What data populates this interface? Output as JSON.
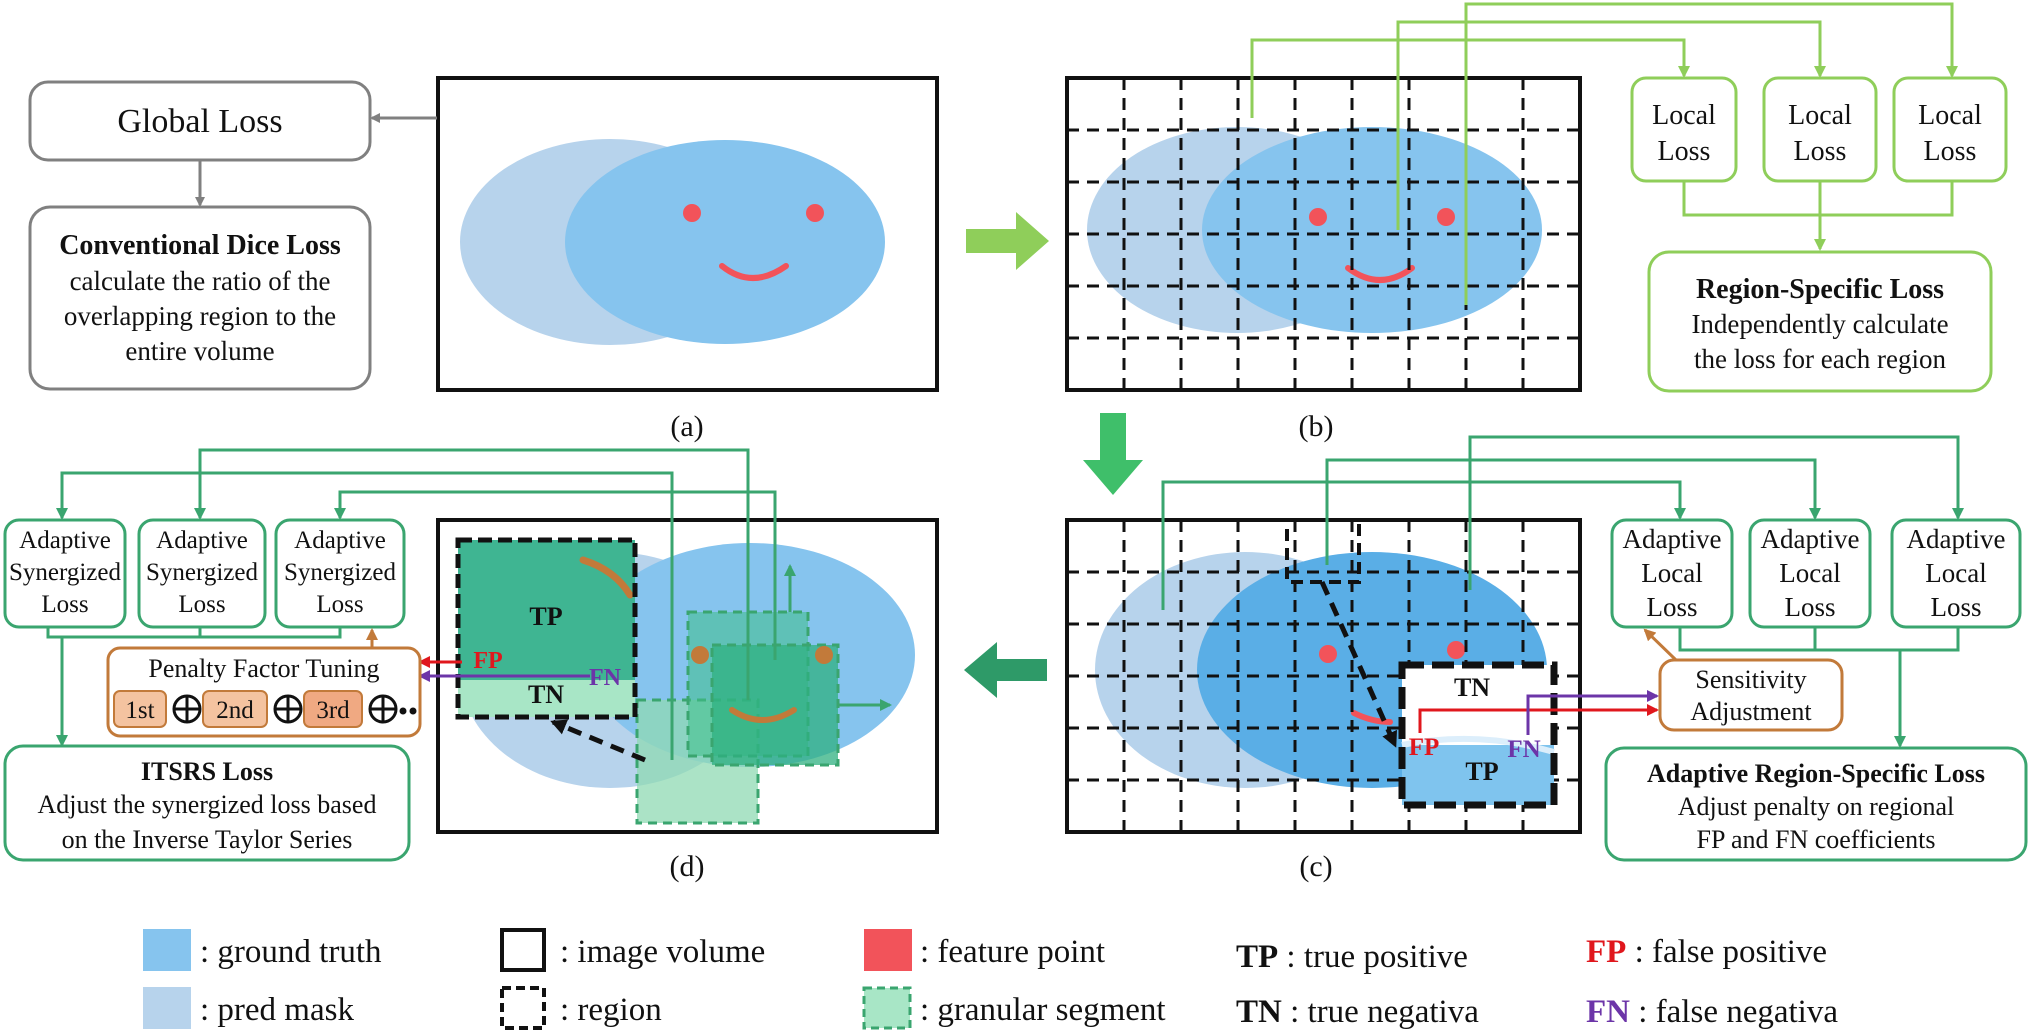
{
  "colors": {
    "ground_truth": "#86c4ee",
    "pred_mask": "#b7d3ec",
    "overlap": "#5aaee6",
    "feature_point": "#f2535a",
    "granular_segment": "#a8e6c6",
    "gray_box": "#808080",
    "light_green": "#8fce5a",
    "dark_green": "#3aa56f",
    "orange": "#c27a3a",
    "fp_red": "#e0171d",
    "fn_purple": "#6c35a8"
  },
  "panel_a": {
    "label": "(a)",
    "global_loss": "Global Loss",
    "dice_title": "Conventional Dice Loss",
    "dice_lines": [
      "calculate the ratio of the",
      "overlapping region to the",
      "entire volume"
    ]
  },
  "panel_b": {
    "label": "(b)",
    "local_losses": [
      [
        "Local",
        "Loss"
      ],
      [
        "Local",
        "Loss"
      ],
      [
        "Local",
        "Loss"
      ]
    ],
    "region_title": "Region-Specific Loss",
    "region_lines": [
      "Independently calculate",
      "the loss for each region"
    ]
  },
  "panel_c": {
    "label": "(c)",
    "adaptive_local": [
      [
        "Adaptive",
        "Local",
        "Loss"
      ],
      [
        "Adaptive",
        "Local",
        "Loss"
      ],
      [
        "Adaptive",
        "Local",
        "Loss"
      ]
    ],
    "sensitivity": [
      "Sensitivity",
      "Adjustment"
    ],
    "arsl_title": "Adaptive Region-Specific Loss",
    "arsl_lines": [
      "Adjust penalty on regional",
      "FP and FN coefficients"
    ],
    "tn": "TN",
    "tp": "TP",
    "fp": "FP",
    "fn": "FN"
  },
  "panel_d": {
    "label": "(d)",
    "adaptive_synergized": [
      [
        "Adaptive",
        "Synergized",
        "Loss"
      ],
      [
        "Adaptive",
        "Synergized",
        "Loss"
      ],
      [
        "Adaptive",
        "Synergized",
        "Loss"
      ]
    ],
    "penalty": "Penalty Factor Tuning",
    "orders": [
      "1st",
      "2nd",
      "3rd"
    ],
    "itsrs_title": "ITSRS Loss",
    "itsrs_lines": [
      "Adjust the synergized  loss based",
      "on the Inverse Taylor Series"
    ],
    "tp": "TP",
    "tn": "TN",
    "fp": "FP",
    "fn": "FN"
  },
  "legend": {
    "ground_truth": ": ground truth",
    "pred_mask": ": pred mask",
    "image_volume": ": image volume",
    "region": ": region",
    "feature_point": ": feature point",
    "granular_segment": ": granular segment",
    "tp_abbr": "TP",
    "tp_text": " : true positive",
    "tn_abbr": "TN",
    "tn_text": " : true negativa",
    "fp_abbr": "FP",
    "fp_text": " : false positive",
    "fn_abbr": "FN",
    "fn_text": " : false negativa"
  }
}
